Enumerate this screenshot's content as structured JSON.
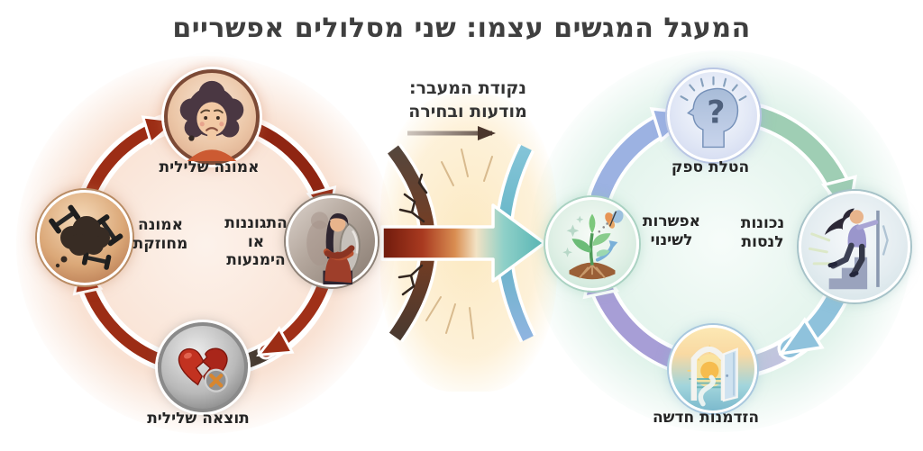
{
  "title": "המעגל המגשים עצמו: שני מסלולים אפשריים",
  "transition": {
    "line1": "נקודת המעבר:",
    "line2": "מודעות ובחירה",
    "arrow_icon": "transition-arrow-icon"
  },
  "center_illustration": {
    "wall_icon": "cracked-wall-icon",
    "breakthrough_icon": "breakthrough-arrow-icon",
    "arrow_gradient": [
      "#6f1a0c",
      "#d98e52",
      "#56b4b4"
    ]
  },
  "negative_cycle": {
    "direction": "clockwise",
    "ring_color": "#463a30",
    "arrow_color": "#9c2d15",
    "steps": [
      {
        "position": "top",
        "label": "אמונה שלילית",
        "icon": "sad-woman-icon"
      },
      {
        "position": "right",
        "label": "התגוננות או הימנעות",
        "lines": [
          "התגוננות",
          "או",
          "הימנעות"
        ],
        "icon": "self-protect-shield-icon"
      },
      {
        "position": "bottom",
        "label": "תוצאה שלילית",
        "icon": "broken-heart-icon"
      },
      {
        "position": "left",
        "label": "אמונה מחוזקת",
        "lines": [
          "אמונה",
          "מחוזקת"
        ],
        "icon": "heavy-thought-cloud-icon"
      }
    ]
  },
  "positive_cycle": {
    "direction": "clockwise",
    "ring_colors": [
      "#aed4ee",
      "#b9e2ca",
      "#c5b6e8"
    ],
    "arrow_colors": [
      "#9cb2e2",
      "#9fceb4",
      "#8fc2dc",
      "#a79ed6"
    ],
    "steps": [
      {
        "position": "top",
        "label": "הטלת ספק",
        "glyph": "?",
        "icon": "questioning-head-icon"
      },
      {
        "position": "right",
        "label": "נכונות לנסות",
        "lines": [
          "נכונות",
          "לנסות"
        ],
        "icon": "climbing-stairs-icon"
      },
      {
        "position": "bottom",
        "label": "הזדמנות חדשה",
        "icon": "open-door-sunrise-icon"
      },
      {
        "position": "left",
        "label": "אפשרות לשינוי",
        "lines": [
          "אפשרות",
          "לשינוי"
        ],
        "icon": "sprout-butterfly-icon"
      }
    ]
  }
}
